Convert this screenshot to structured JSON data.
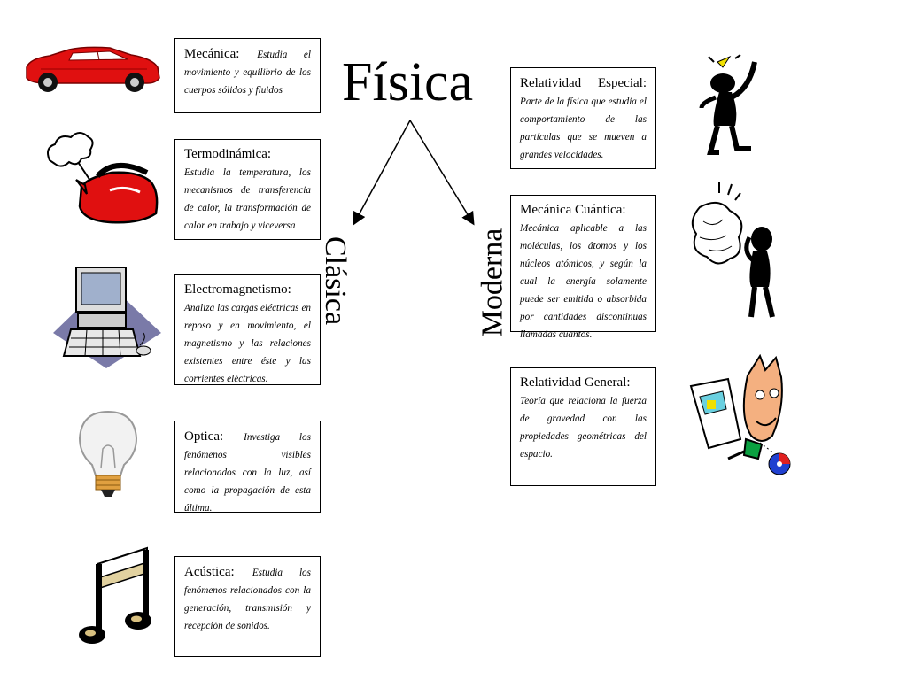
{
  "title": "Física",
  "branches": {
    "classical": "Clásica",
    "modern": "Moderna"
  },
  "classical": [
    {
      "name": "Mecánica:",
      "desc": "Estudia el movimiento y equilibrio de los cuerpos sólidos y fluidos",
      "icon": "red-car-icon"
    },
    {
      "name": "Termodinámica:",
      "desc": "Estudia la temperatura, los mecanismos de transferencia de calor, la transformación de calor en trabajo y viceversa",
      "icon": "steaming-kettle-icon"
    },
    {
      "name": "Electromagnetismo:",
      "desc": "Analiza las cargas eléctricas en reposo y en movimiento, el magnetismo y las relaciones existentes entre éste y las corrientes eléctricas.",
      "icon": "computer-icon"
    },
    {
      "name": "Optica:",
      "desc": "Investiga los fenómenos visibles relacionados con la luz, así como la propagación de esta última.",
      "icon": "light-bulb-icon"
    },
    {
      "name": "Acústica:",
      "desc": "Estudia los fenómenos relacionados con la generación, transmisión y recepción de sonidos.",
      "icon": "music-note-icon"
    }
  ],
  "modern": [
    {
      "name": "Relatividad Especial:",
      "desc": "Parte de la física que estudia el comportamiento de las partículas que se mueven a grandes velocidades.",
      "icon": "thinking-figure-icon"
    },
    {
      "name": "Mecánica Cuántica:",
      "desc": "Mecánica aplicable a las moléculas, los átomos y los núcleos atómicos, y según la cual la energía solamente puede ser emitida o absorbida por cantidades discontinuas llamadas cuantos.",
      "icon": "confused-figure-icon"
    },
    {
      "name": "Relatividad General:",
      "desc": "Teoría que relaciona la fuerza de gravedad con las propiedades geométricas del espacio.",
      "icon": "scientist-figure-icon"
    }
  ]
}
